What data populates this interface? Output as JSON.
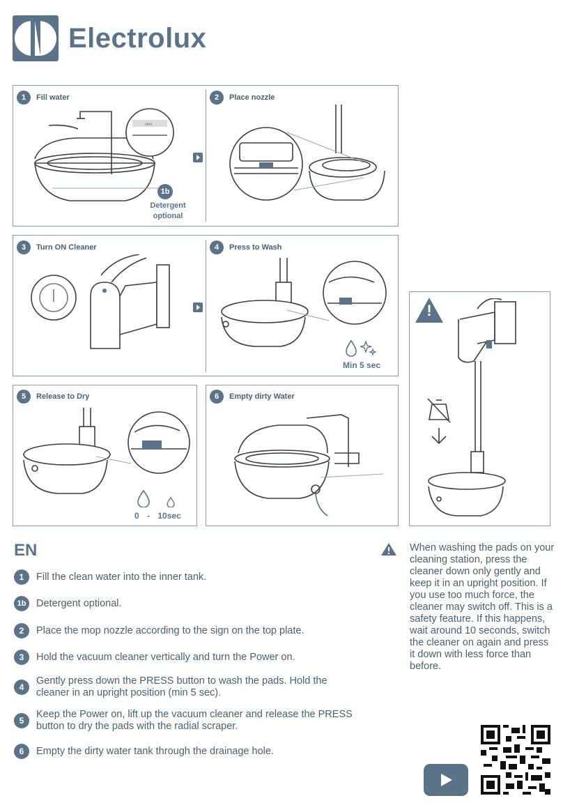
{
  "brand": {
    "name": "Electrolux"
  },
  "steps": [
    {
      "num": "1",
      "title": "Fill water"
    },
    {
      "num": "2",
      "title": "Place nozzle"
    },
    {
      "num": "3",
      "title": "Turn ON Cleaner"
    },
    {
      "num": "4",
      "title": "Press to Wash"
    },
    {
      "num": "5",
      "title": "Release to Dry"
    },
    {
      "num": "6",
      "title": "Empty dirty Water"
    }
  ],
  "step1b": {
    "num": "1b",
    "note_line1": "Detergent",
    "note_line2": "optional"
  },
  "step1_illustration": {
    "max_label": "MAX"
  },
  "step4_note": "Min 5 sec",
  "step5_note": {
    "start": "0",
    "dash": "-",
    "end": "10sec"
  },
  "language": "EN",
  "instructions": [
    {
      "num": "1",
      "text": "Fill the clean water into the inner tank."
    },
    {
      "num": "1b",
      "text": "Detergent optional."
    },
    {
      "num": "2",
      "text": "Place the mop nozzle according to the sign on the top plate."
    },
    {
      "num": "3",
      "text": "Hold the vacuum cleaner vertically and turn the Power on."
    },
    {
      "num": "4",
      "text": "Gently press down the PRESS button to wash the pads. Hold the cleaner in an upright position (min 5 sec)."
    },
    {
      "num": "5",
      "text": "Keep the Power on, lift up the vacuum cleaner and release the PRESS button to dry the pads with the radial scraper."
    },
    {
      "num": "6",
      "text": "Empty the dirty water tank through the drainage hole."
    }
  ],
  "warning": {
    "icon": "warning-triangle-icon",
    "text": "When washing the pads on your cleaning station, press the cleaner down only gently and keep it in an upright position. If you use too much force, the cleaner may switch off. This is a safety feature. If this happens, wait around 10 seconds, switch the cleaner on again and press it down with less force than before."
  },
  "warning_panel": {
    "mark": "!"
  },
  "colors": {
    "accent": "#5b7388",
    "line": "#3a3f44",
    "panel_border": "#8a9aaa"
  }
}
